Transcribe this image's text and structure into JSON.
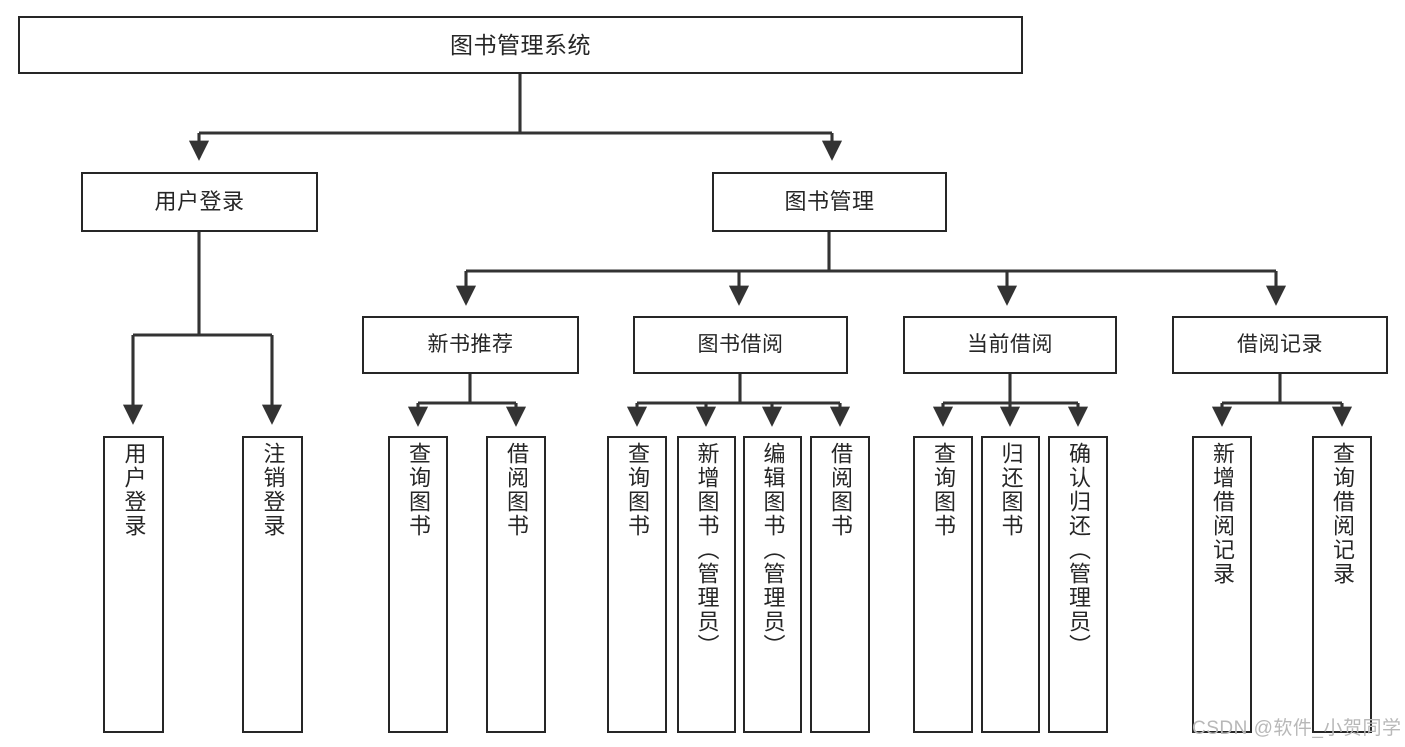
{
  "diagram": {
    "type": "tree",
    "title": "图书管理系统",
    "stroke_color": "#262626",
    "background_color": "#ffffff",
    "node_fill": "#ffffff",
    "watermark": "CSDN @软件_小贺同学"
  },
  "nodes": {
    "root": {
      "label": "图书管理系统"
    },
    "level1": [
      {
        "id": "user-login",
        "label": "用户登录"
      },
      {
        "id": "book-management",
        "label": "图书管理"
      }
    ],
    "level2": [
      {
        "id": "new-book-recommend",
        "label": "新书推荐"
      },
      {
        "id": "book-borrow",
        "label": "图书借阅"
      },
      {
        "id": "current-borrow",
        "label": "当前借阅"
      },
      {
        "id": "borrow-record",
        "label": "借阅记录"
      }
    ],
    "leaves": {
      "user_login": [
        {
          "id": "leaf-user-login",
          "label": "用户登录"
        },
        {
          "id": "leaf-logout-login",
          "label": "注销登录"
        }
      ],
      "new_book_recommend": [
        {
          "id": "leaf-query-book-1",
          "label": "查询图书"
        },
        {
          "id": "leaf-borrow-book-1",
          "label": "借阅图书"
        }
      ],
      "book_borrow": [
        {
          "id": "leaf-query-book-2",
          "label": "查询图书"
        },
        {
          "id": "leaf-add-book",
          "label": "新增图书（管理员）"
        },
        {
          "id": "leaf-edit-book",
          "label": "编辑图书（管理员）"
        },
        {
          "id": "leaf-borrow-book-2",
          "label": "借阅图书"
        }
      ],
      "current_borrow": [
        {
          "id": "leaf-query-book-3",
          "label": "查询图书"
        },
        {
          "id": "leaf-return-book",
          "label": "归还图书"
        },
        {
          "id": "leaf-confirm-return",
          "label": "确认归还（管理员）"
        }
      ],
      "borrow_record": [
        {
          "id": "leaf-add-record",
          "label": "新增借阅记录"
        },
        {
          "id": "leaf-query-record",
          "label": "查询借阅记录"
        }
      ]
    }
  }
}
